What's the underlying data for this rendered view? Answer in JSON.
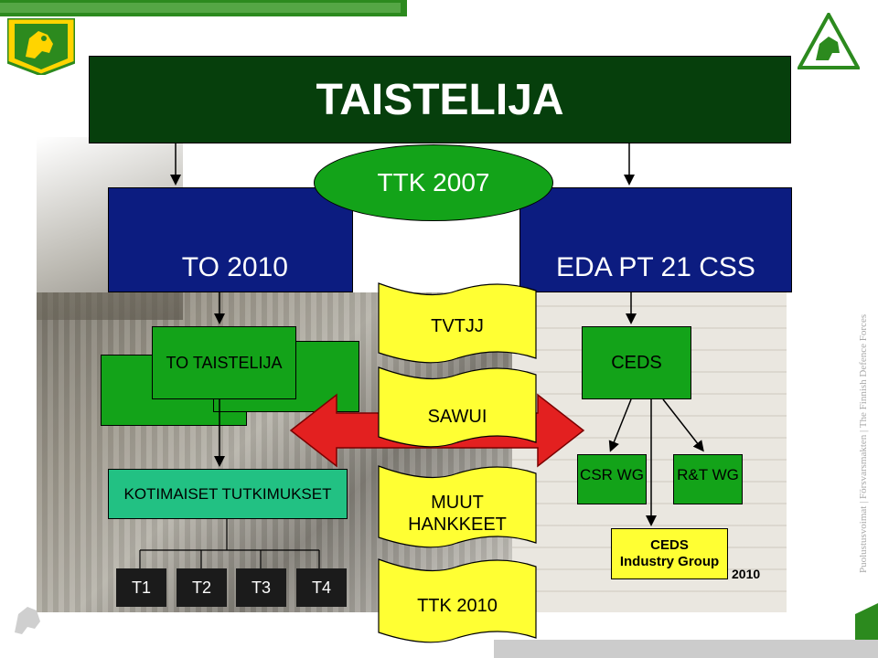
{
  "title": "TAISTELIJA",
  "nodes": {
    "to2010": "TO 2010",
    "eda": "EDA PT 21 CSS",
    "ttk2007": "TTK 2007",
    "to_taistelija": "TO TAISTELIJA",
    "kotimaiset": "KOTIMAISET TUTKIMUKSET",
    "t_items": [
      "T1",
      "T2",
      "T3",
      "T4"
    ],
    "tvtjj": "TVTJJ",
    "sawui": "SAWUI",
    "muut_line1": "MUUT",
    "muut_line2": "HANKKEET",
    "ttk2010": "TTK 2010",
    "ceds": "CEDS",
    "csr_wg": "CSR WG",
    "rt_wg": "R&T WG",
    "industry_line1": "CEDS",
    "industry_line2": "Industry Group",
    "year": "2010"
  },
  "footer_vertical": "Puolustusvoimat  |  Försvarsmakten  |  The Finnish Defence Forces",
  "colors": {
    "title_bg": "#063f0c",
    "navy": "#0c1c80",
    "green": "#13a319",
    "teal": "#22c183",
    "yellow": "#ffff33",
    "arrow_red": "#e32020",
    "top_bar": "#2c8a1e"
  },
  "icons": [
    "coat-of-arms-lion-icon",
    "triangle-emblem-icon",
    "small-lion-emblem-icon",
    "corner-decoration-icon"
  ]
}
